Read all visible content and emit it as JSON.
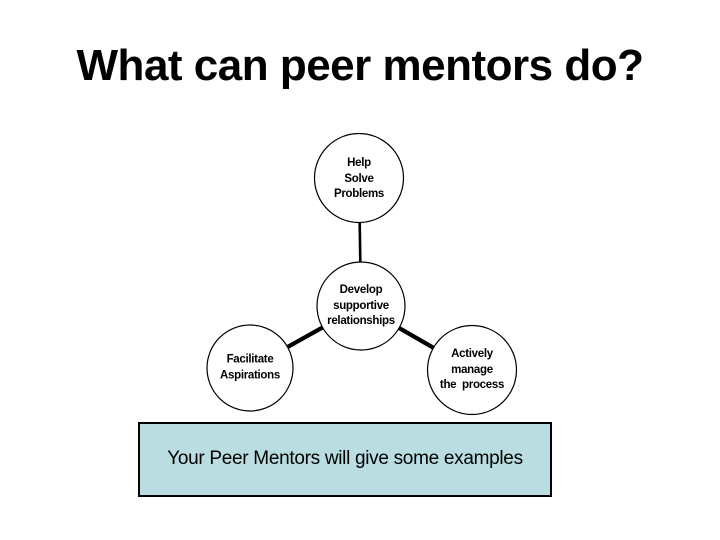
{
  "slide": {
    "title": "What can peer mentors do?",
    "diagram": {
      "nodes": [
        {
          "id": "help-solve-problems",
          "label": "Help\nSolve\nProblems"
        },
        {
          "id": "develop-supportive-relationships",
          "label": "Develop\nsupportive\nrelationships"
        },
        {
          "id": "facilitate-aspirations",
          "label": "Facilitate\nAspirations"
        },
        {
          "id": "actively-manage-process",
          "label": "Actively\nmanage\nthe  process"
        }
      ],
      "connectors": [
        {
          "from": "help-solve-problems",
          "to": "develop-supportive-relationships"
        },
        {
          "from": "develop-supportive-relationships",
          "to": "facilitate-aspirations"
        },
        {
          "from": "develop-supportive-relationships",
          "to": "actively-manage-process"
        }
      ]
    },
    "callout": {
      "text": "Your Peer Mentors will give some examples"
    },
    "colors": {
      "background": "#ffffff",
      "text": "#000000",
      "node_fill": "#ffffff",
      "node_stroke": "#000000",
      "connector": "#000000",
      "callout_fill": "#b9dde1",
      "callout_border": "#000000"
    }
  }
}
